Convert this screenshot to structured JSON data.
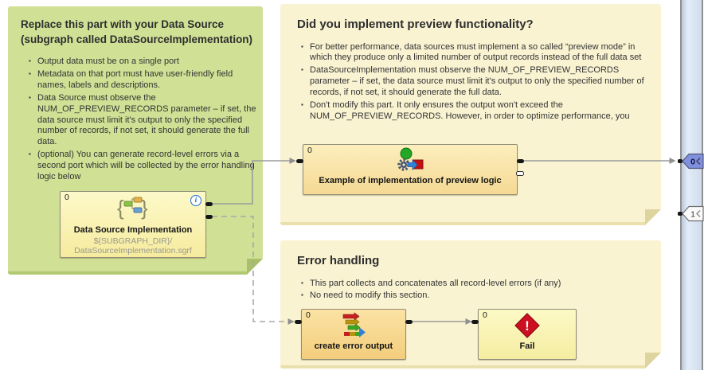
{
  "notes": {
    "data_source": {
      "title": "Replace this part with your Data Source (subgraph called DataSourceImplementation)",
      "bullets": [
        "Output data must be on a single port",
        "Metadata on that port must have user-friendly field names, labels and descriptions.",
        "Data Source must observe the NUM_OF_PREVIEW_RECORDS parameter – if set, the data source must limit it's output to only the specified number of records, if not set, it should generate the full data.",
        "(optional) You can generate record-level errors via a second port which will be collected by the error handling logic below"
      ]
    },
    "preview": {
      "title": "Did you implement preview functionality?",
      "bullets": [
        "For better performance, data sources must implement a so called “preview mode” in which they produce only a limited number of output records instead of the full data set",
        "DataSourceImplementation must observe the NUM_OF_PREVIEW_RECORDS parameter – if set, the data source must limit it's output to only the specified number of records, if not set, it should generate the full data.",
        "Don't modify this part. It only ensures the output won't exceed the NUM_OF_PREVIEW_RECORDS. However, in order to optimize performance, you"
      ]
    },
    "error": {
      "title": "Error handling",
      "bullets": [
        "This part collects and concatenates all record-level errors (if any)",
        "No need to modify this section."
      ]
    }
  },
  "components": {
    "data_source_implementation": {
      "port_label": "0",
      "label": "Data Source Implementation",
      "sublabel_line1": "${SUBGRAPH_DIR}/",
      "sublabel_line2": "DataSourceImplementation.sgrf"
    },
    "preview_logic": {
      "port_label": "0",
      "label": "Example of implementation of preview logic"
    },
    "create_error_output": {
      "port_label": "0",
      "label": "create error output"
    },
    "fail": {
      "port_label": "0",
      "label": "Fail",
      "icon_glyph": "!"
    }
  },
  "output_ports": {
    "port0": "0",
    "port1": "1"
  },
  "colors": {
    "note_green_bg": "#d0e095",
    "note_cream_bg": "#f9f3d2",
    "component_yellow": "#f6eb9e",
    "component_orange": "#f3cd7c",
    "output_bar_bg": "#d0ddee",
    "selected_port_blue": "#8090dc",
    "fail_red": "#cc1020",
    "info_blue": "#1c6fd4",
    "edge_gray": "#9b9b9b"
  }
}
